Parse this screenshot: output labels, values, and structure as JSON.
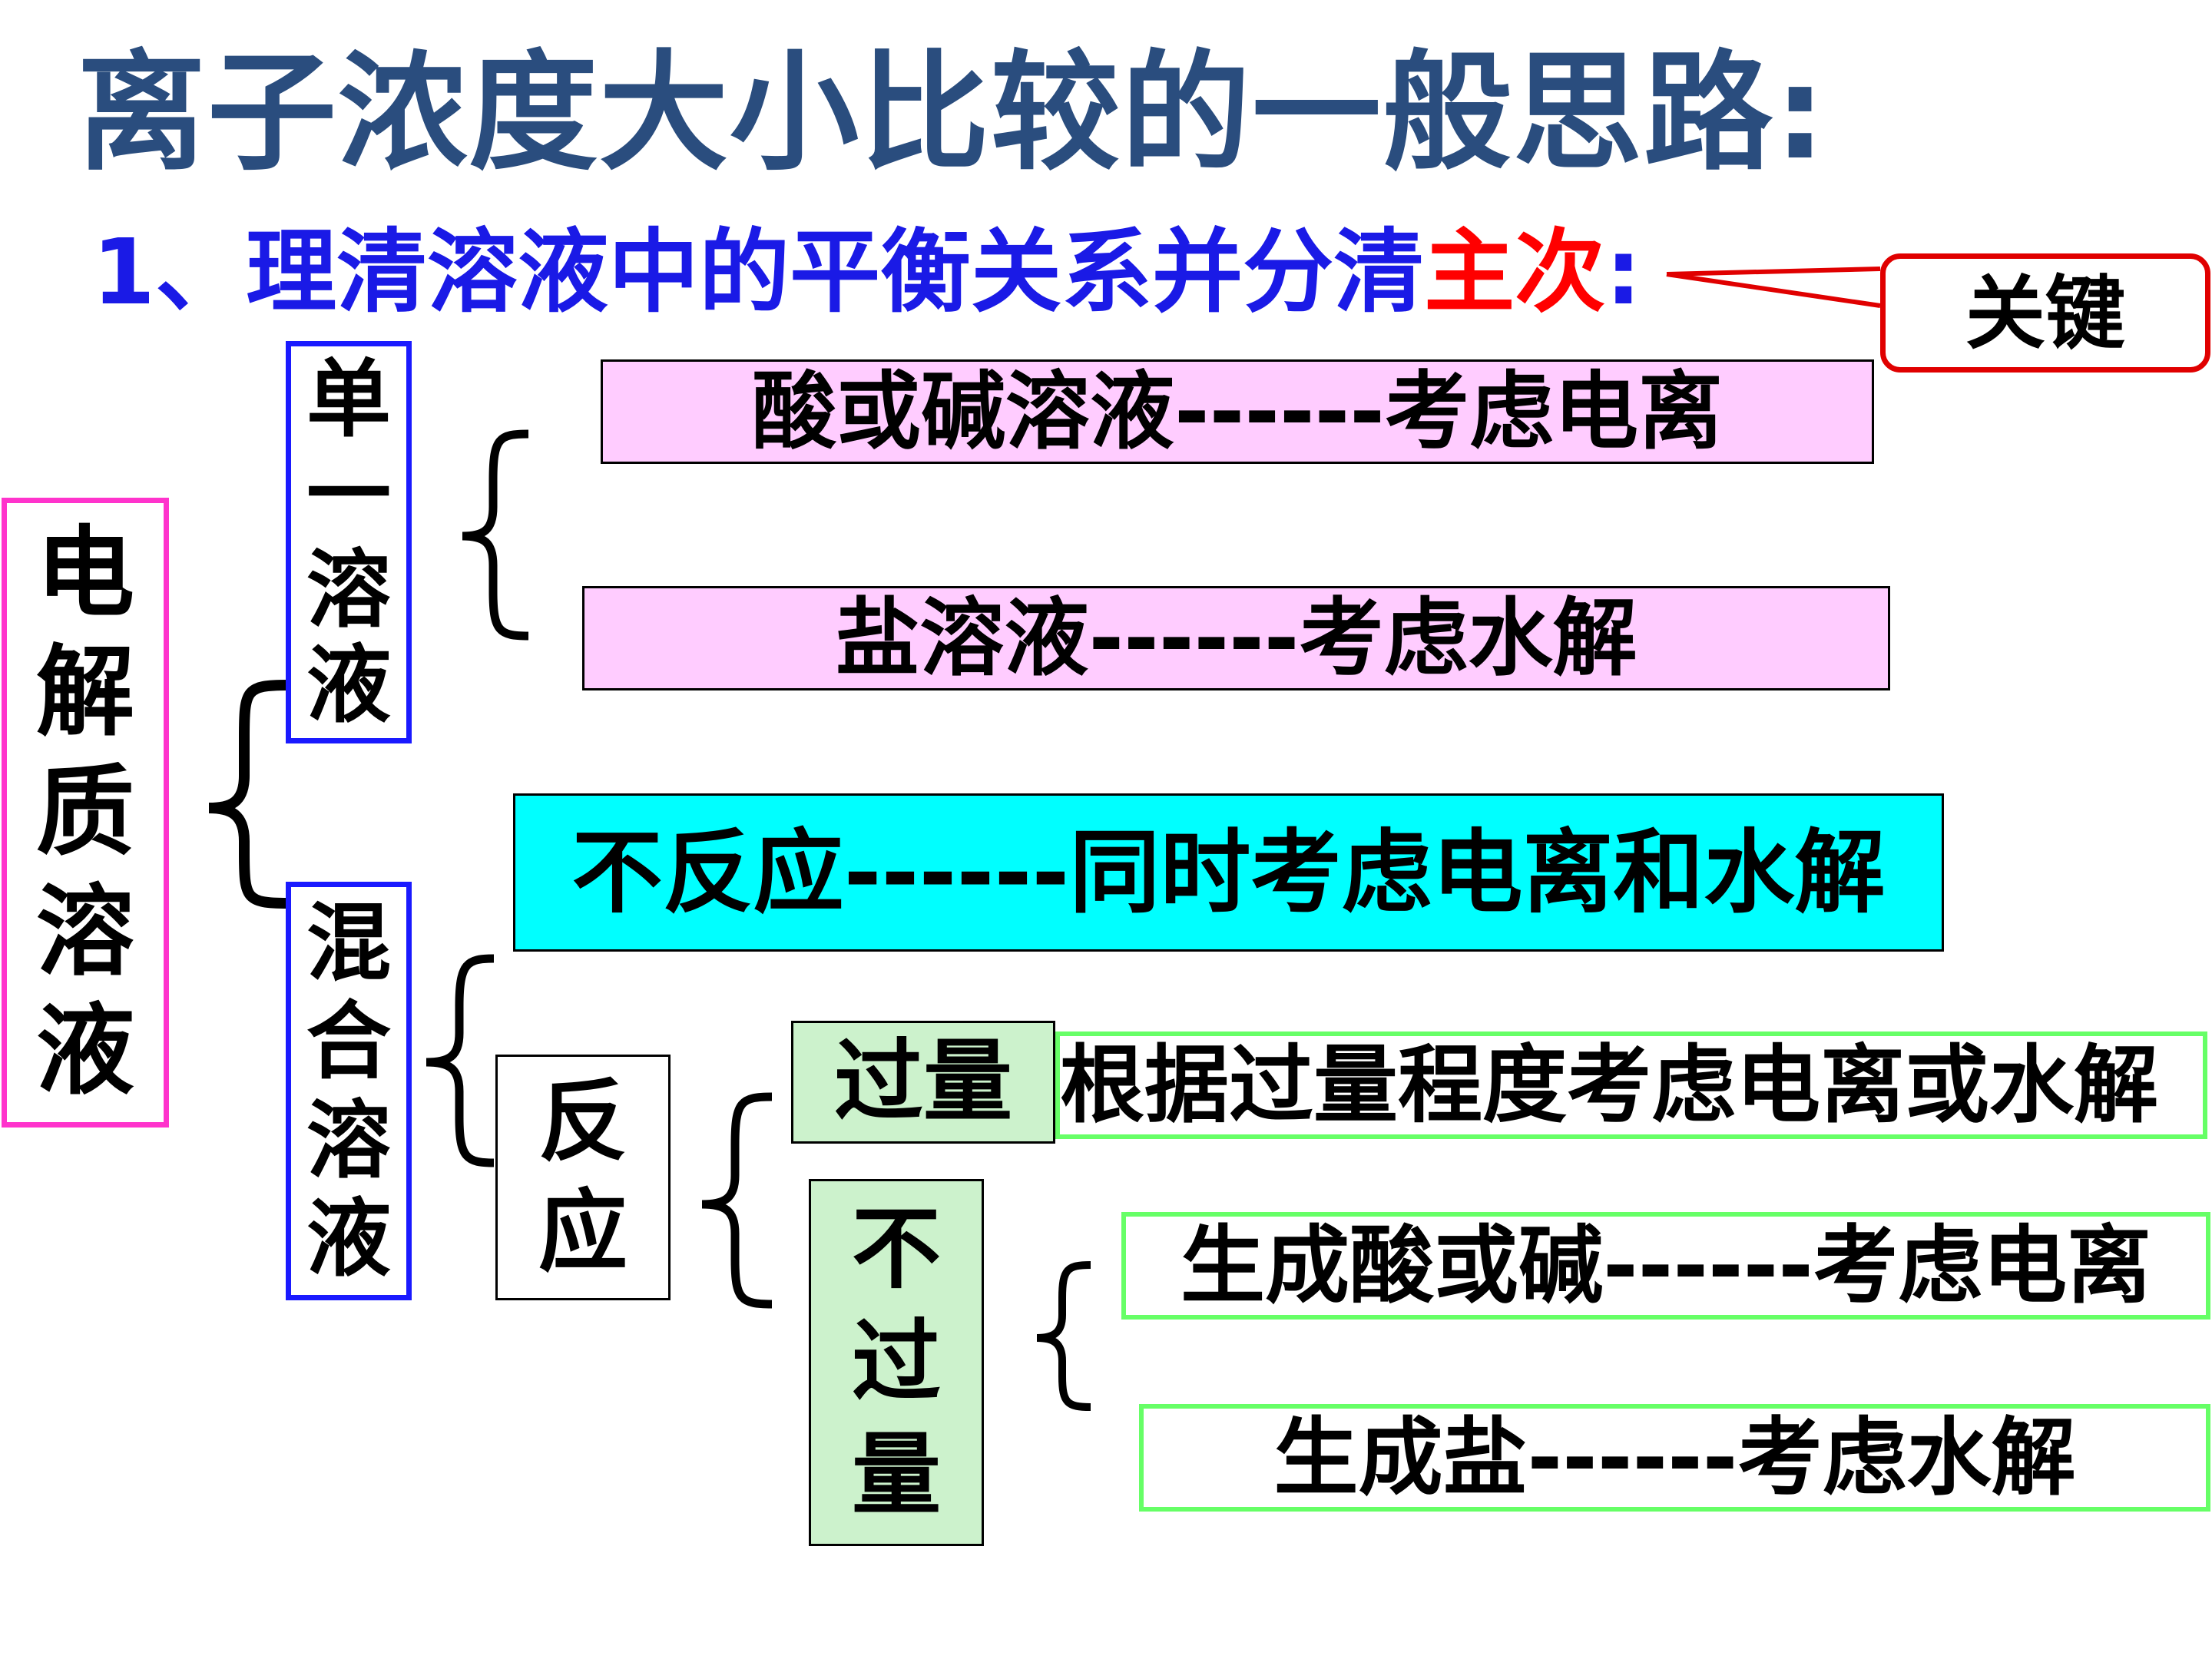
{
  "title": "离子浓度大小比较的一般思路:",
  "subtitle": {
    "prefix": "1、理清溶液中的平衡关系并分清",
    "highlight": "主次",
    "suffix": ":"
  },
  "callout": {
    "label": "关键"
  },
  "tree": {
    "root": [
      "电",
      "解",
      "质",
      "溶",
      "液"
    ],
    "single": [
      "单",
      "一",
      "溶",
      "液"
    ],
    "mixed": [
      "混",
      "合",
      "溶",
      "液"
    ],
    "reaction": [
      "反",
      "应"
    ],
    "no_excess": [
      "不",
      "过",
      "量"
    ],
    "acid_base": "酸或碱溶液------考虑电离",
    "salt": "盐溶液------考虑水解",
    "no_reaction": "不反应------同时考虑电离和水解",
    "excess_tag": "过量",
    "excess_desc": "根据过量程度考虑电离或水解",
    "gen_acid_base": "生成酸或碱------考虑电离",
    "gen_salt": "生成盐------考虑水解"
  },
  "colors": {
    "title": "#2a4d7e",
    "subtitle": "#1a1ae6",
    "highlight": "#ff0000",
    "callout_border": "#e00000",
    "root_border": "#ff33cc",
    "branch_border": "#1a1aff",
    "pink_fill": "#ffccff",
    "cyan_fill": "#00ffff",
    "green_fill": "#ccf2cc",
    "green_border": "#66ff66"
  }
}
